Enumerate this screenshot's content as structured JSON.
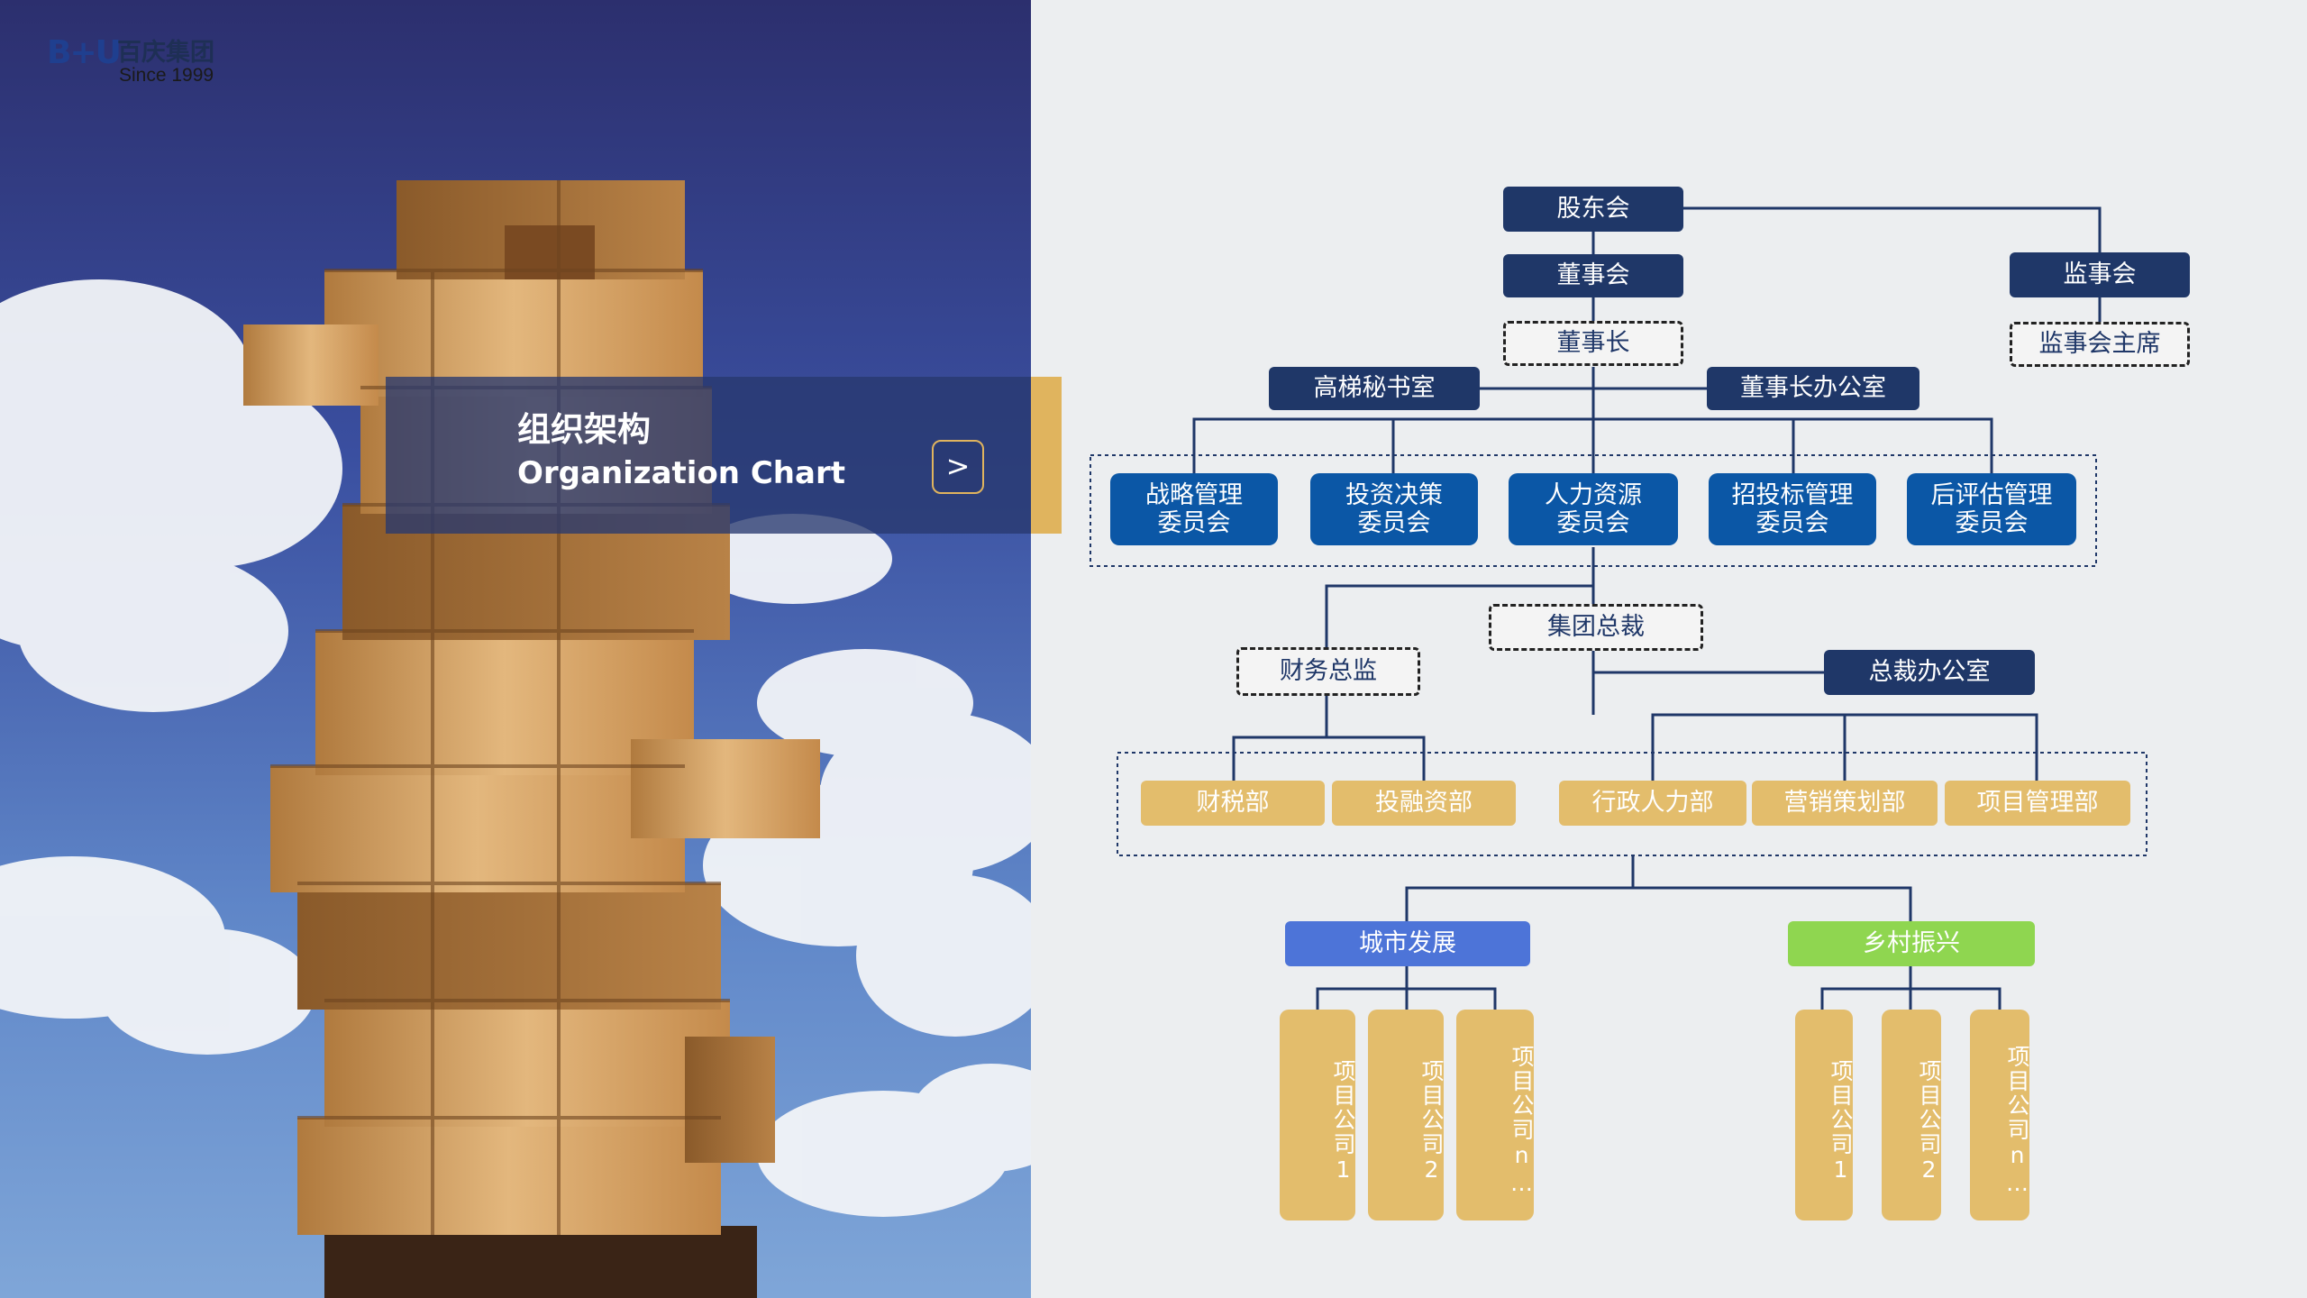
{
  "logo": {
    "mark": "B+U",
    "name_cn": "百庆集团",
    "since": "Since 1999"
  },
  "title": {
    "cn": "组织架构",
    "en": "Organization Chart",
    "next_label": ">"
  },
  "colors": {
    "navy": "#1f3768",
    "blue": "#0b57a6",
    "gold": "#e3bd6c",
    "accent_gold": "#e0b45e",
    "city": "#4d74d8",
    "rural": "#8fd650",
    "line": "#1f3768"
  },
  "chart": {
    "shareholders": "股东会",
    "board": "董事会",
    "supervisory_board": "监事会",
    "chairman": "董事长",
    "supervisory_chair": "监事会主席",
    "senior_secretary": "高梯秘书室",
    "chairman_office": "董事长办公室",
    "committees": [
      "战略管理\n委员会",
      "投资决策\n委员会",
      "人力资源\n委员会",
      "招投标管理\n委员会",
      "后评估管理\n委员会"
    ],
    "president": "集团总裁",
    "cfo": "财务总监",
    "president_office": "总裁办公室",
    "departments": [
      "财税部",
      "投融资部",
      "行政人力部",
      "营销策划部",
      "项目管理部"
    ],
    "city_dev": "城市发展",
    "rural_rev": "乡村振兴",
    "city_projects": [
      "项目公司1",
      "项目公司2",
      "项目公司n…"
    ],
    "rural_projects": [
      "项目公司1",
      "项目公司2",
      "项目公司n…"
    ]
  }
}
